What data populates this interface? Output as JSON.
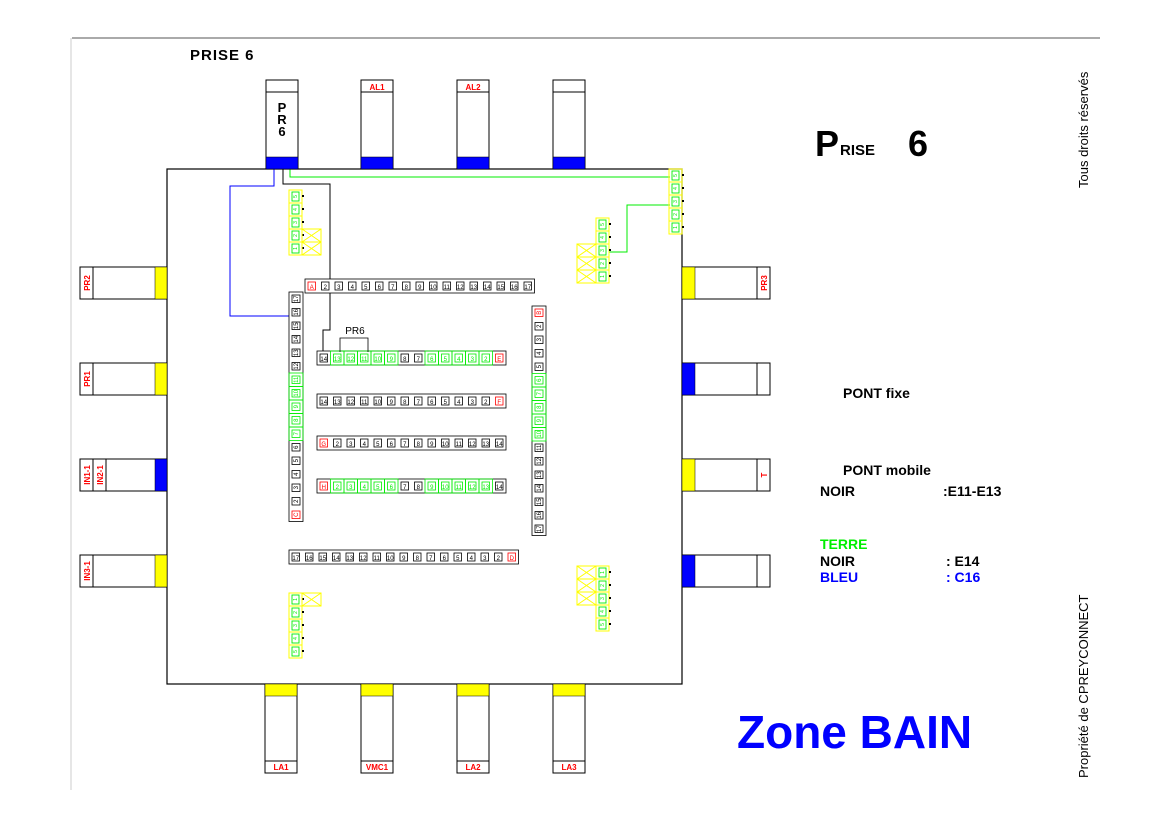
{
  "page_title": "PRISE 6",
  "big_title": {
    "first_letter": "P",
    "rest": "RISE",
    "number": "6"
  },
  "rights_text": "Tous droits réservés",
  "owner_text": "Propriété de CPREYCONNECT",
  "zone_title": "Zone BAIN",
  "legend": {
    "pont_fixe": "PONT fixe",
    "pont_mobile": "PONT mobile",
    "noir1_label": "NOIR",
    "noir1_value": ":E11-E13",
    "terre": "TERRE",
    "noir2_label": "NOIR",
    "noir2_value": ": E14",
    "bleu_label": "BLEU",
    "bleu_value": ": C16"
  },
  "colors": {
    "red": "#ff0000",
    "blue": "#0000ff",
    "green": "#00ee00",
    "yellow": "#ffff00",
    "black": "#000000"
  },
  "top_modules": [
    {
      "label": "PR6",
      "header": "",
      "connector": "blue",
      "vertical_label": true
    },
    {
      "label": "AL1",
      "header": "AL1",
      "connector": "blue"
    },
    {
      "label": "AL2",
      "header": "AL2",
      "connector": "blue"
    },
    {
      "label": "",
      "header": "",
      "connector": "blue"
    }
  ],
  "bottom_modules": [
    {
      "label": "LA1",
      "connector": "yellow"
    },
    {
      "label": "VMC1",
      "connector": "yellow"
    },
    {
      "label": "LA2",
      "connector": "yellow"
    },
    {
      "label": "LA3",
      "connector": "yellow"
    }
  ],
  "left_modules": [
    {
      "labels": [
        "PR2"
      ],
      "connector": "yellow"
    },
    {
      "labels": [
        "PR1"
      ],
      "connector": "yellow"
    },
    {
      "labels": [
        "IN1-1",
        "IN2-1"
      ],
      "connector": "blue"
    },
    {
      "labels": [
        "IN3-1"
      ],
      "connector": "yellow"
    }
  ],
  "right_modules": [
    {
      "label": "PR3",
      "connector": "yellow"
    },
    {
      "label": "",
      "connector": "blue"
    },
    {
      "label": "T",
      "connector": "yellow"
    },
    {
      "label": "",
      "connector": "blue"
    }
  ],
  "bridge_label": "PR6",
  "rows": {
    "top": {
      "cells": [
        "A",
        "2",
        "3",
        "4",
        "5",
        "6",
        "7",
        "8",
        "9",
        "10",
        "11",
        "12",
        "13",
        "14",
        "15",
        "16",
        "17"
      ],
      "red": [
        0
      ],
      "green": []
    },
    "row1": {
      "cells": [
        "14",
        "13",
        "12",
        "11",
        "10",
        "9",
        "8",
        "7",
        "6",
        "5",
        "4",
        "3",
        "2",
        "E"
      ],
      "red": [
        13
      ],
      "green": [
        1,
        2,
        3,
        4,
        5,
        8,
        9,
        10,
        11,
        12
      ]
    },
    "row2": {
      "cells": [
        "14",
        "13",
        "12",
        "11",
        "10",
        "9",
        "8",
        "7",
        "6",
        "5",
        "4",
        "3",
        "2",
        "F"
      ],
      "red": [
        13
      ],
      "green": []
    },
    "row3": {
      "cells": [
        "G",
        "2",
        "3",
        "4",
        "5",
        "6",
        "7",
        "8",
        "9",
        "10",
        "11",
        "12",
        "13",
        "14"
      ],
      "red": [
        0
      ],
      "green": []
    },
    "row4": {
      "cells": [
        "H",
        "2",
        "3",
        "4",
        "5",
        "6",
        "7",
        "8",
        "9",
        "10",
        "11",
        "12",
        "13",
        "14"
      ],
      "red": [
        0
      ],
      "green": [
        1,
        2,
        3,
        4,
        5,
        8,
        9,
        10,
        11,
        12
      ]
    },
    "bottom": {
      "cells": [
        "17",
        "16",
        "15",
        "14",
        "13",
        "12",
        "11",
        "10",
        "9",
        "8",
        "7",
        "6",
        "5",
        "4",
        "3",
        "2",
        "D"
      ],
      "red": [
        16
      ],
      "green": []
    },
    "left": {
      "cells": [
        "17",
        "16",
        "15",
        "14",
        "13",
        "12",
        "11",
        "10",
        "9",
        "8",
        "7",
        "6",
        "5",
        "4",
        "3",
        "2",
        "C"
      ],
      "red": [
        16
      ],
      "green": [
        6,
        7,
        8,
        9,
        10
      ]
    },
    "right": {
      "cells": [
        "B",
        "2",
        "3",
        "4",
        "5",
        "6",
        "7",
        "8",
        "9",
        "10",
        "11",
        "12",
        "13",
        "14",
        "15",
        "16",
        "17"
      ],
      "red": [
        0
      ],
      "green": [
        5,
        6,
        7,
        8,
        9
      ]
    }
  },
  "terminal_blocks": {
    "top_left": [
      "5",
      "4",
      "3",
      "2",
      "1"
    ],
    "top_right_inner": [
      "5",
      "4",
      "3",
      "2",
      "1"
    ],
    "top_right_edge": [
      "5",
      "4",
      "3",
      "2",
      "1"
    ],
    "bottom_left": [
      "1",
      "2",
      "3",
      "4",
      "5"
    ],
    "bottom_right": [
      "1",
      "2",
      "3",
      "4",
      "5"
    ]
  }
}
